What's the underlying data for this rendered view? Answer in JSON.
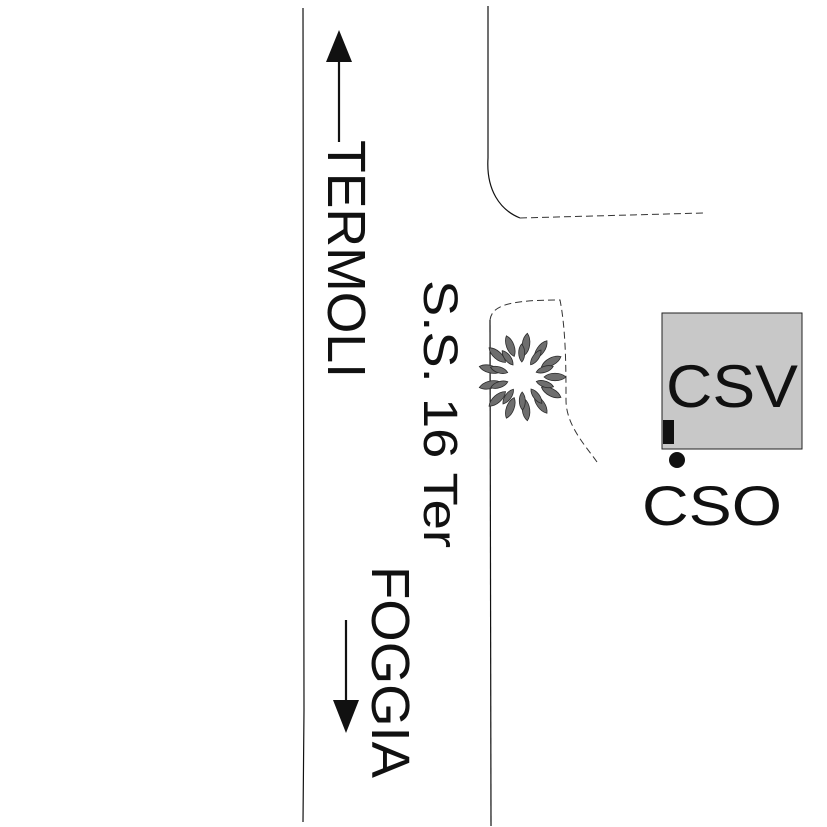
{
  "labels": {
    "north_destination": "TERMOLI",
    "south_destination": "FOGGIA",
    "road_name": "S.S. 16 Ter",
    "building": "CSV",
    "marker": "CSO"
  },
  "colors": {
    "line": "#111111",
    "building_fill": "#c8c8c8",
    "tree_fill": "#6e6e6e"
  },
  "icons": {
    "north_arrow": "arrow-up-icon",
    "south_arrow": "arrow-down-icon",
    "tree": "tree-icon",
    "marker_point": "filled-circle-icon"
  }
}
